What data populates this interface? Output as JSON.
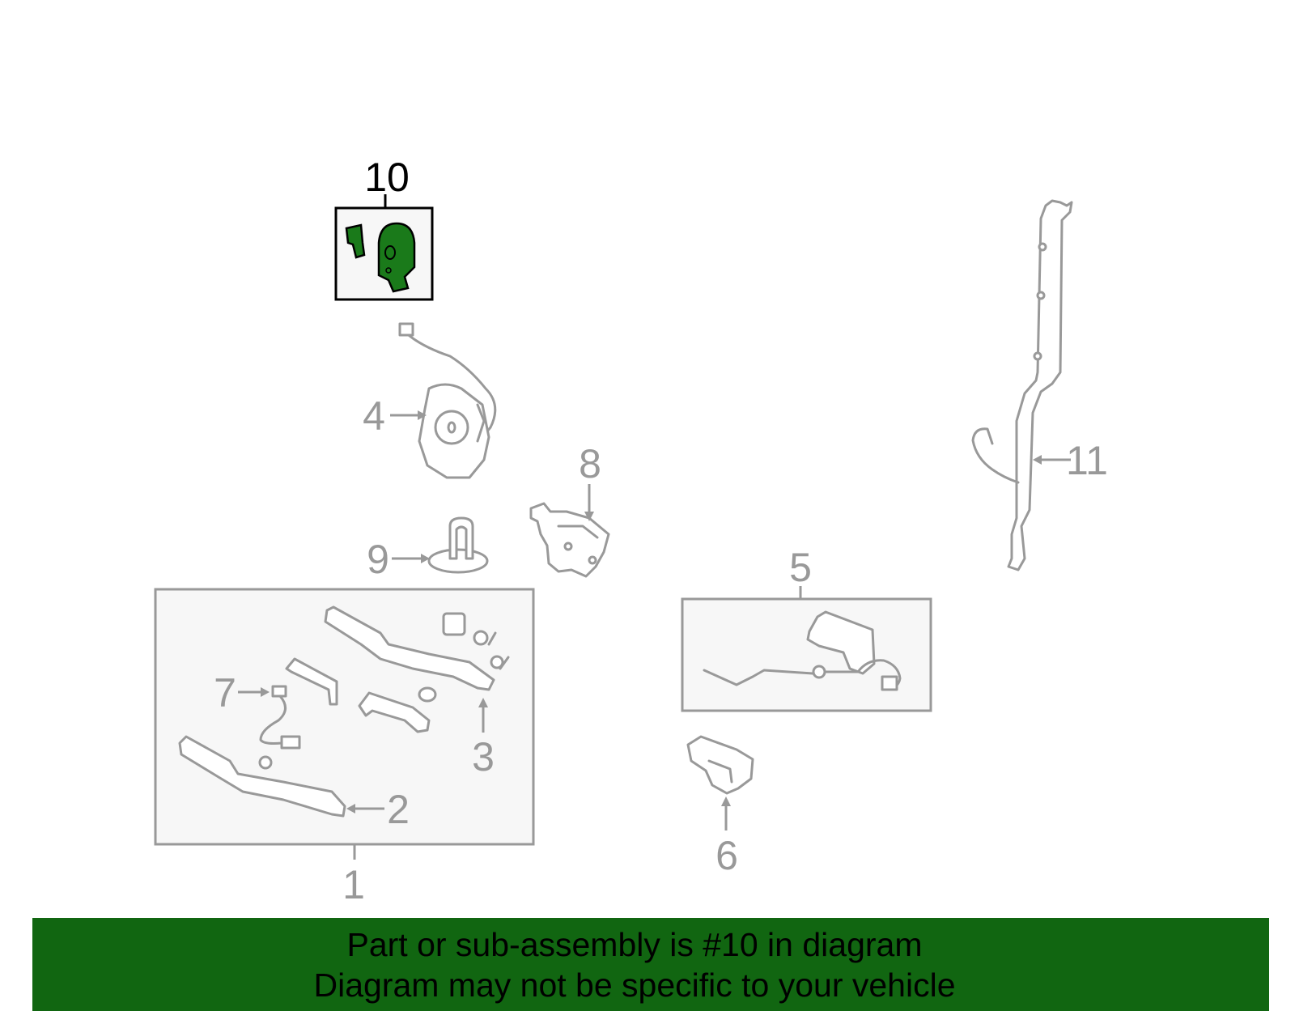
{
  "colors": {
    "highlight": "#1a7a1a",
    "banner": "#116611",
    "part_stroke": "#999999",
    "box_fill": "#f7f7f7"
  },
  "callouts": {
    "n1": "1",
    "n2": "2",
    "n3": "3",
    "n4": "4",
    "n5": "5",
    "n6": "6",
    "n7": "7",
    "n8": "8",
    "n9": "9",
    "n10": "10",
    "n11": "11"
  },
  "banner": {
    "line1": "Part or sub-assembly is #10 in diagram",
    "line2": "Diagram may not be specific to your vehicle"
  }
}
